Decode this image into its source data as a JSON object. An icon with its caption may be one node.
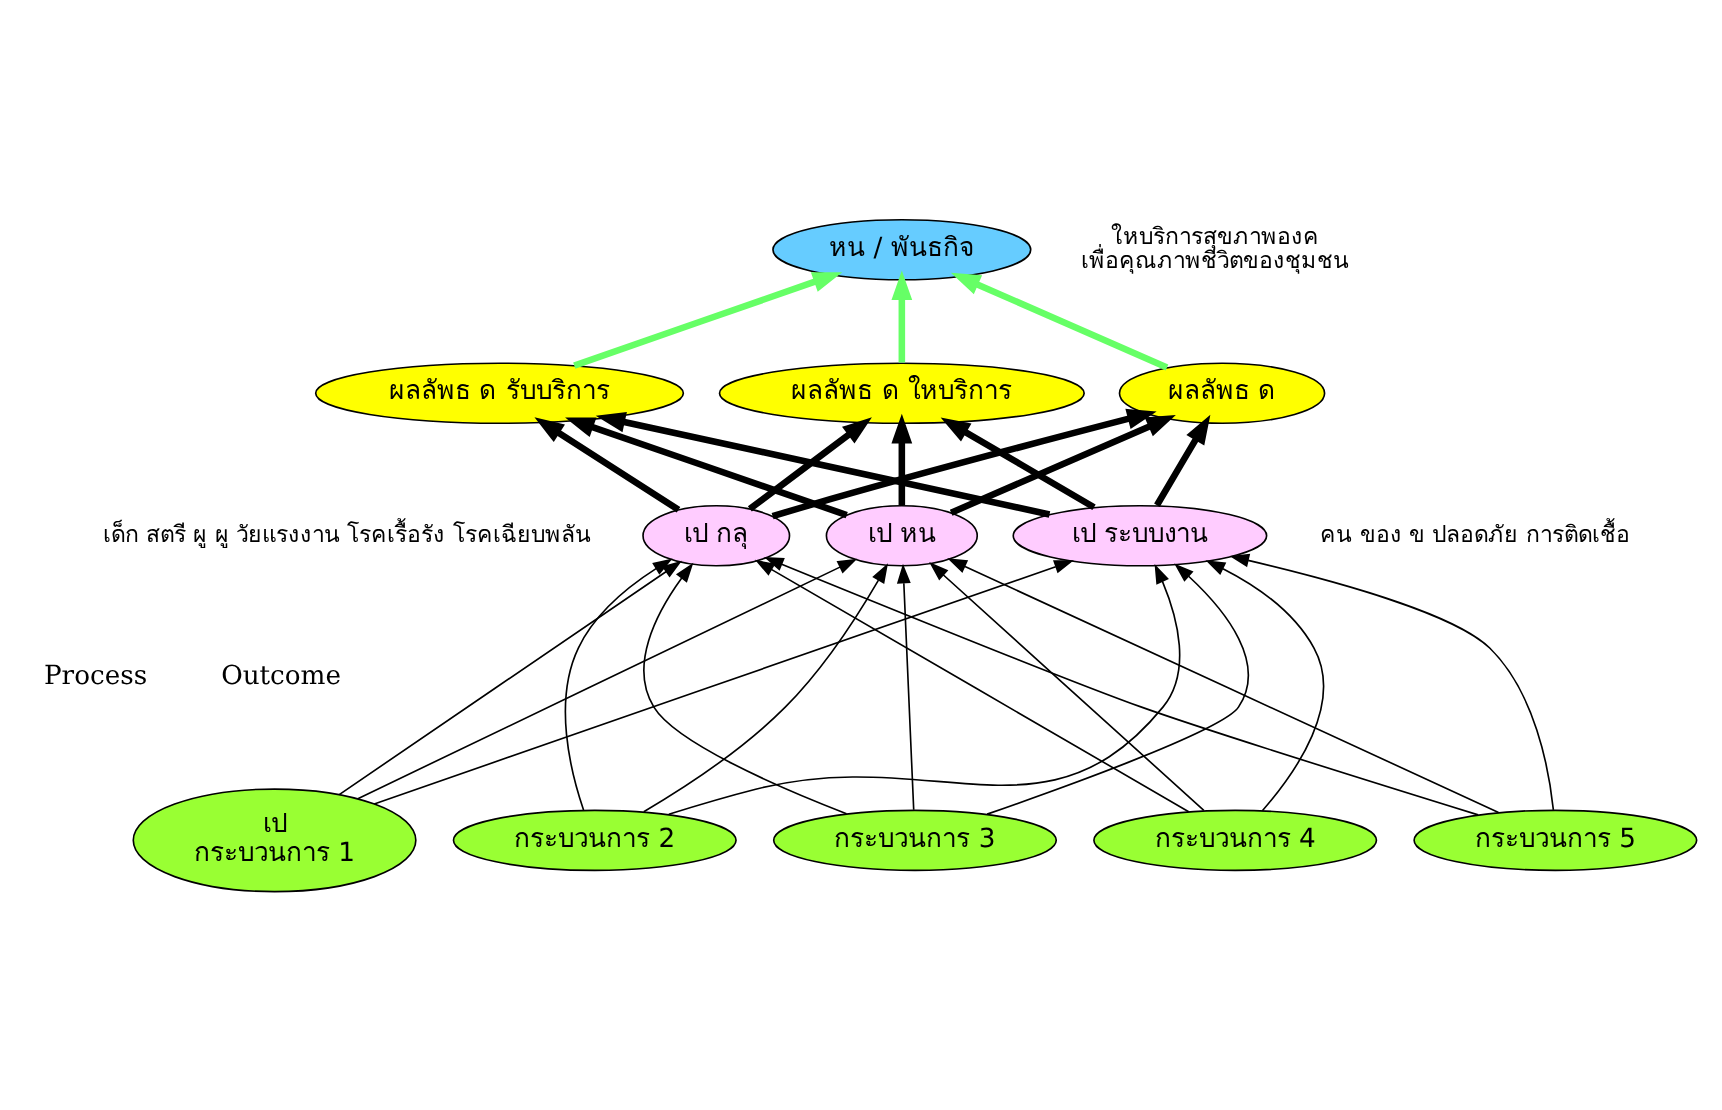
{
  "diagram": {
    "nodes": [
      {
        "text": [
          "หน / พันธกิจ"
        ],
        "beside": [
          "ใหบริการสุขภาพองค",
          "เพื่อคุณภาพชีวิตของชุมชน"
        ]
      },
      {
        "text": [
          "ผลลัพธ ด รับบริการ"
        ]
      },
      {
        "text": [
          "ผลลัพธ ด ใหบริการ"
        ]
      },
      {
        "text": [
          "ผลลัพธ ด"
        ]
      },
      {
        "text": [
          "เป กลุ"
        ],
        "beside": [
          "เด็ก สตรี ผู ผู วัยแรงงาน โรคเรื้อรัง โรคเฉียบพลัน"
        ]
      },
      {
        "text": [
          "เป หน"
        ]
      },
      {
        "text": [
          "เป ระบบงาน"
        ],
        "beside": [
          "คน ของ ข ปลอดภัย การติดเชื้อ"
        ]
      },
      {
        "text": [
          "เป",
          "กระบวนการ 1"
        ]
      },
      {
        "text": [
          "กระบวนการ 2"
        ]
      },
      {
        "text": [
          "กระบวนการ 3"
        ]
      },
      {
        "text": [
          "กระบวนการ 4"
        ]
      },
      {
        "text": [
          "กระบวนการ 5"
        ]
      }
    ],
    "edges": [
      {
        "from": 1,
        "to": 0,
        "arrow": "to",
        "color": "#66ff66",
        "style": "thick"
      },
      {
        "from": 2,
        "to": 0,
        "arrow": "to",
        "color": "#66ff66",
        "style": "thick"
      },
      {
        "from": 3,
        "to": 0,
        "arrow": "to",
        "color": "#66ff66",
        "style": "thick"
      },
      {
        "from": 4,
        "to": 1,
        "arrow": "to",
        "style": "thick"
      },
      {
        "from": 4,
        "to": 2,
        "arrow": "to",
        "style": "thick"
      },
      {
        "from": 4,
        "to": 3,
        "arrow": "to",
        "style": "thick"
      },
      {
        "from": 5,
        "to": 1,
        "arrow": "to",
        "style": "thick"
      },
      {
        "from": 5,
        "to": 2,
        "arrow": "to",
        "style": "thick"
      },
      {
        "from": 5,
        "to": 3,
        "arrow": "to",
        "style": "thick"
      },
      {
        "from": 6,
        "to": 1,
        "arrow": "to",
        "style": "thick"
      },
      {
        "from": 6,
        "to": 2,
        "arrow": "to",
        "style": "thick"
      },
      {
        "from": 6,
        "to": 3,
        "arrow": "to",
        "style": "thick"
      },
      {
        "from": 7,
        "to": 4,
        "arrow": "to"
      },
      {
        "from": 7,
        "to": 5,
        "arrow": "to"
      },
      {
        "from": 7,
        "to": 6,
        "arrow": "to"
      },
      {
        "from": 8,
        "to": 4,
        "arrow": "to"
      },
      {
        "from": 8,
        "to": 5,
        "arrow": "to"
      },
      {
        "from": 8,
        "to": 6,
        "arrow": "to"
      },
      {
        "from": 9,
        "to": 4,
        "arrow": "to"
      },
      {
        "from": 9,
        "to": 5,
        "arrow": "to"
      },
      {
        "from": 9,
        "to": 6,
        "arrow": "to"
      },
      {
        "from": 10,
        "to": 4,
        "arrow": "to"
      },
      {
        "from": 10,
        "to": 5,
        "arrow": "to"
      },
      {
        "from": 10,
        "to": 6,
        "arrow": "to"
      },
      {
        "from": 11,
        "to": 4,
        "arrow": "to"
      },
      {
        "from": 11,
        "to": 5,
        "arrow": "to"
      },
      {
        "from": 11,
        "to": 6,
        "arrow": "to"
      }
    ],
    "labels": [
      "Outcome",
      "Process"
    ]
  }
}
